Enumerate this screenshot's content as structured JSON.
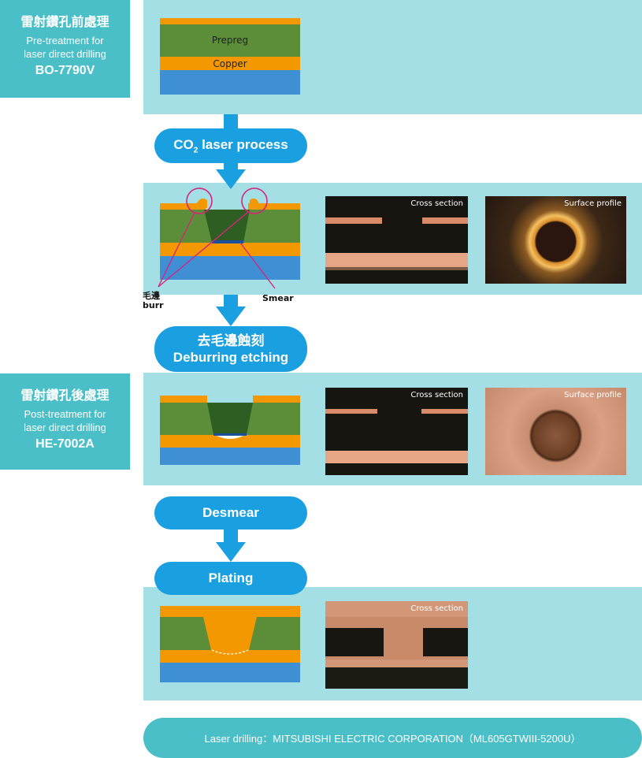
{
  "pre": {
    "zh": "雷射鑽孔前處理",
    "en1": "Pre-treatment for",
    "en2": "laser direct drilling",
    "code": "BO-7790V"
  },
  "post": {
    "zh": "雷射鑽孔後處理",
    "en1": "Post-treatment for",
    "en2": "laser direct drilling",
    "code": "HE-7002A"
  },
  "layers": {
    "prepreg": "Prepreg",
    "copper": "Copper"
  },
  "steps": {
    "co2": "CO",
    "co2_sub": "2",
    "co2_rest": " laser process",
    "deburr_zh": "去毛邊蝕刻",
    "deburr_en": "Deburring etching",
    "desmear": "Desmear",
    "plating": "Plating"
  },
  "labels": {
    "burr_zh": "毛邊",
    "burr_en": "burr",
    "smear": "Smear",
    "cross_section": "Cross section",
    "surface_profile": "Surface profile"
  },
  "footer": "Laser drilling：MITSUBISHI ELECTRIC CORPORATION（ML605GTWIII-5200U）",
  "colors": {
    "panel": "#a3dfe4",
    "sidebar": "#4bbfc7",
    "pill": "#1aa0e0",
    "copper": "#f39800",
    "prepreg": "#5c8e3a",
    "base": "#3f8fd4",
    "marker": "#d6247e"
  }
}
